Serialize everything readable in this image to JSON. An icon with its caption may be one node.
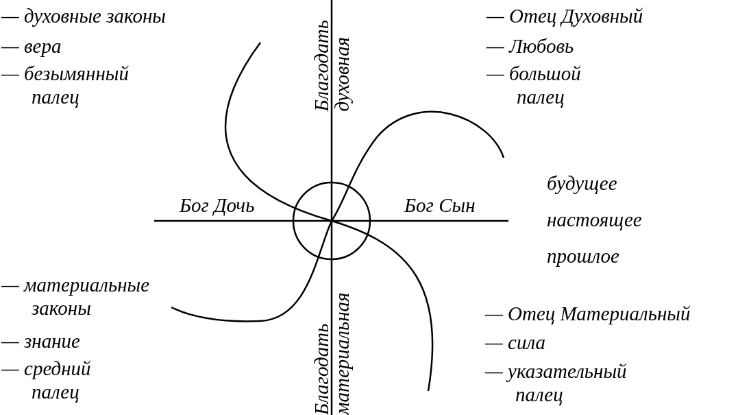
{
  "diagram": {
    "labels": [
      "— духовные законы",
      "— вера",
      "— безымянный палец",
      "Благодать духовная",
      "— Отец Духовный",
      "— Любовь",
      "— большой палец",
      "будущее",
      "Бог Дочь",
      "Бог Сын",
      "настоящее",
      "прошлое",
      "— материальные законы",
      "— знание",
      "— средний палец",
      "Благодать материальная",
      "— Отец Материальный",
      "— сила",
      "— указательный палец"
    ]
  }
}
